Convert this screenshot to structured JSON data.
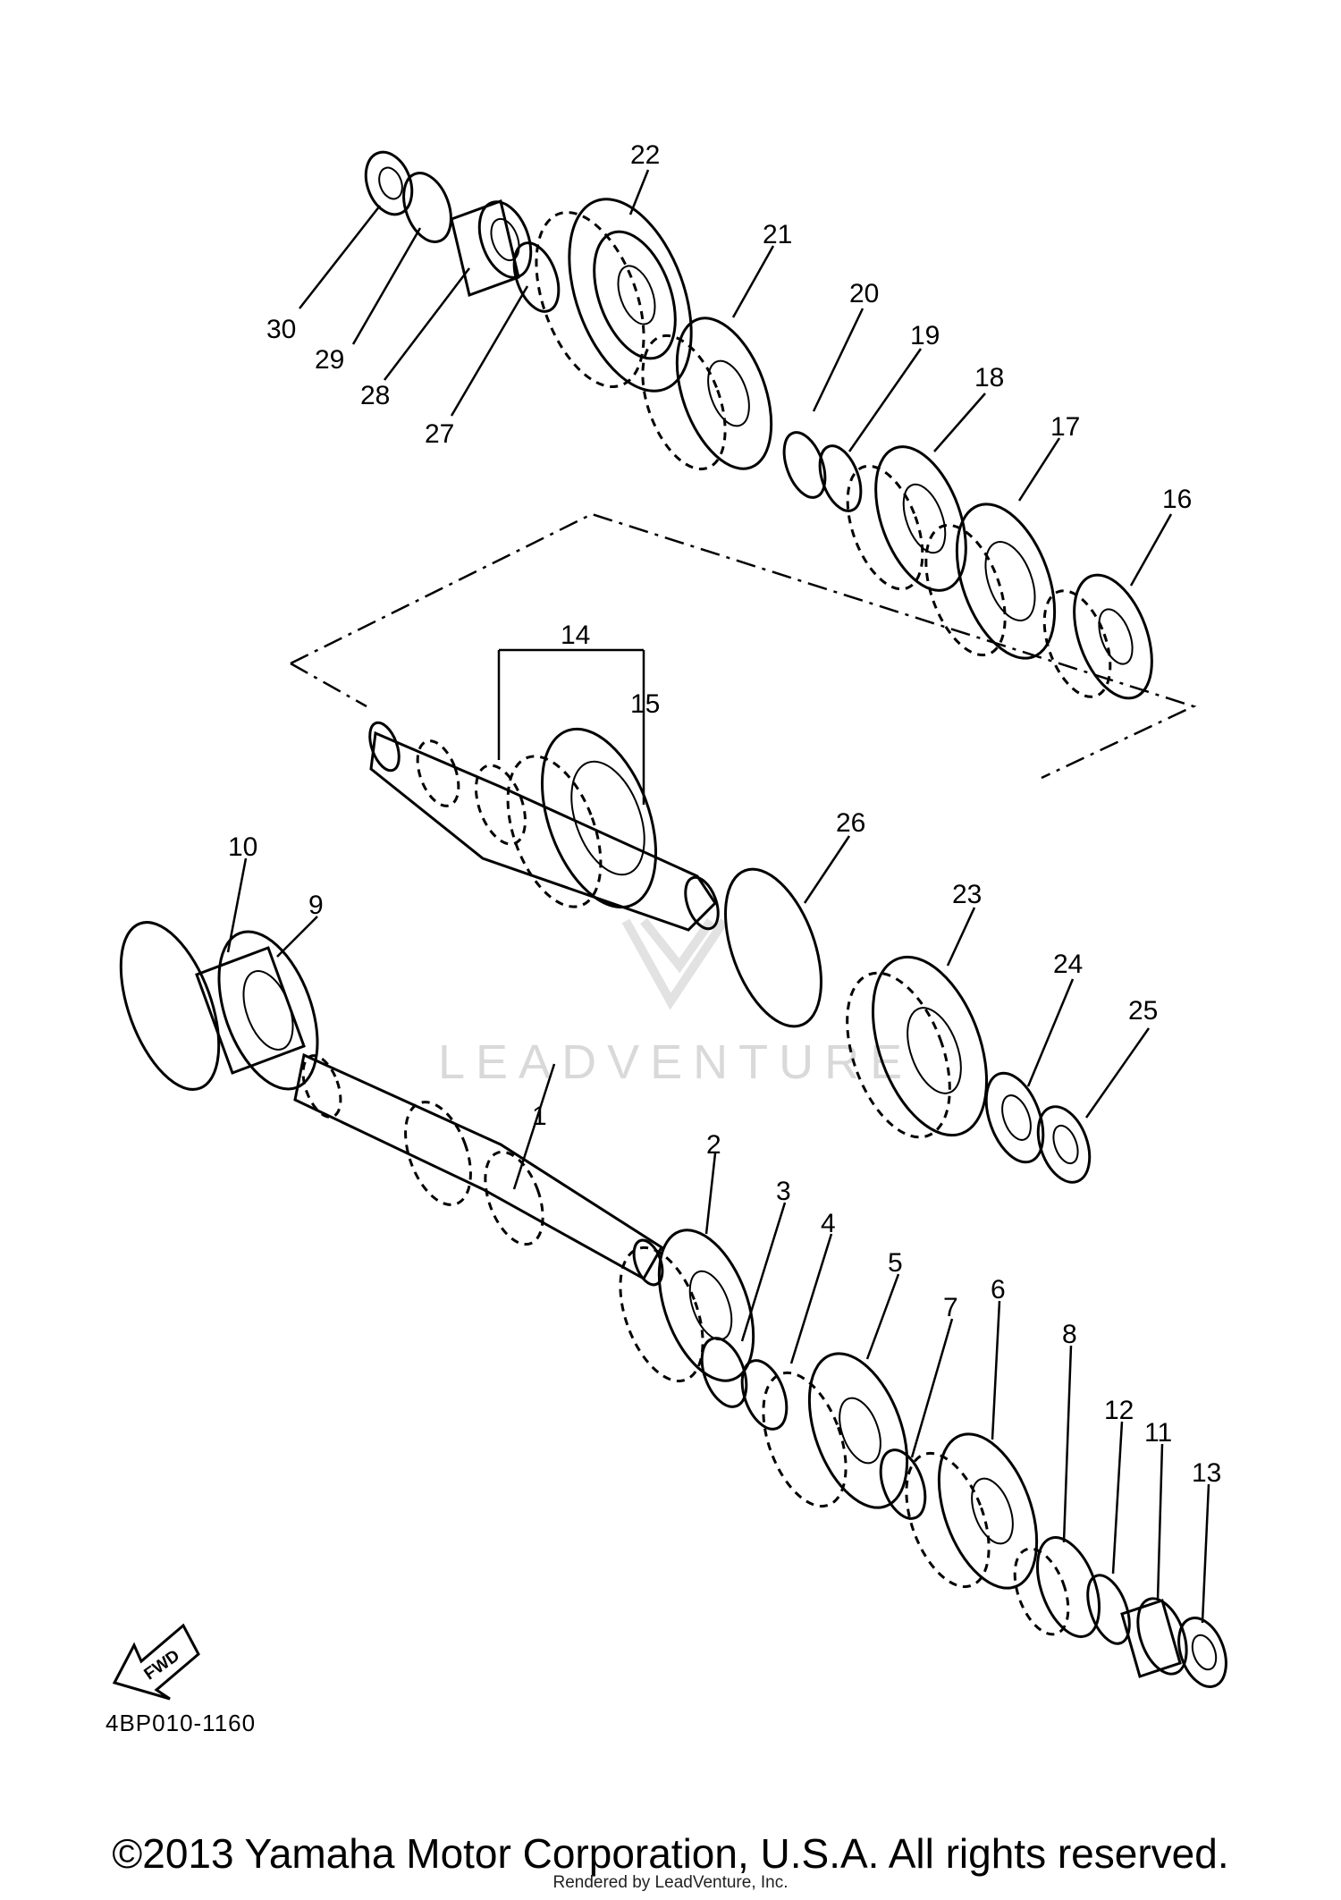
{
  "diagram": {
    "callouts": [
      "1",
      "2",
      "3",
      "4",
      "5",
      "6",
      "7",
      "8",
      "9",
      "10",
      "11",
      "12",
      "13",
      "14",
      "15",
      "16",
      "17",
      "18",
      "19",
      "20",
      "21",
      "22",
      "23",
      "24",
      "25",
      "26",
      "27",
      "28",
      "29",
      "30"
    ],
    "fwd_label": "FWD",
    "watermark": "LEADVENTURE",
    "diagram_code": "4BP010-1160"
  },
  "footer": {
    "copyright": "©2013 Yamaha Motor Corporation, U.S.A. All rights reserved.",
    "rendered_by": "Rendered by LeadVenture, Inc."
  }
}
